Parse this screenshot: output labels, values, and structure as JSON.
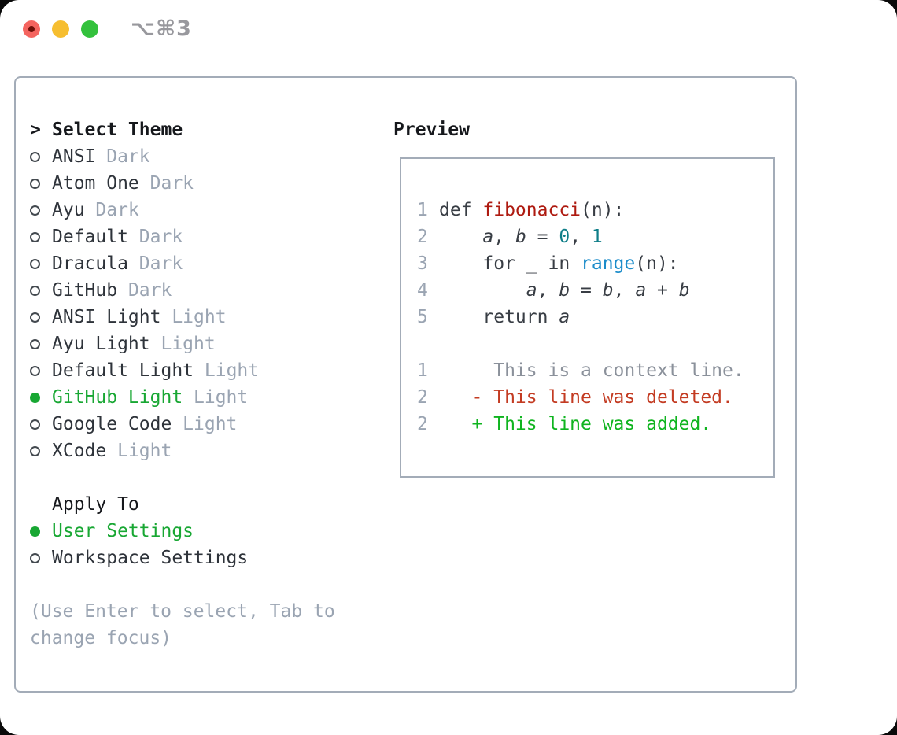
{
  "window": {
    "title": "⌥⌘3",
    "traffic_lights": {
      "close": "close",
      "minimize": "minimize",
      "zoom": "zoom"
    }
  },
  "theme_panel": {
    "header": {
      "prefix": ">",
      "label": "Select Theme"
    },
    "themes": [
      {
        "name": "ANSI",
        "variant": "Dark",
        "selected": false
      },
      {
        "name": "Atom One",
        "variant": "Dark",
        "selected": false
      },
      {
        "name": "Ayu",
        "variant": "Dark",
        "selected": false
      },
      {
        "name": "Default",
        "variant": "Dark",
        "selected": false
      },
      {
        "name": "Dracula",
        "variant": "Dark",
        "selected": false
      },
      {
        "name": "GitHub",
        "variant": "Dark",
        "selected": false
      },
      {
        "name": "ANSI Light",
        "variant": "Light",
        "selected": false
      },
      {
        "name": "Ayu Light",
        "variant": "Light",
        "selected": false
      },
      {
        "name": "Default Light",
        "variant": "Light",
        "selected": false
      },
      {
        "name": "GitHub Light",
        "variant": "Light",
        "selected": true
      },
      {
        "name": "Google Code",
        "variant": "Light",
        "selected": false
      },
      {
        "name": "XCode",
        "variant": "Light",
        "selected": false
      }
    ],
    "apply_to": {
      "label": "Apply To",
      "options": [
        {
          "label": "User Settings",
          "selected": true
        },
        {
          "label": "Workspace Settings",
          "selected": false
        }
      ]
    },
    "help_lines": [
      "(Use Enter to select, Tab to",
      "change focus)"
    ]
  },
  "preview": {
    "title": "Preview",
    "code_lines": [
      {
        "number": "1",
        "segments": [
          {
            "text": "def ",
            "style": "plain"
          },
          {
            "text": "fibonacci",
            "style": "function"
          },
          {
            "text": "(n):",
            "style": "plain"
          }
        ]
      },
      {
        "number": "2",
        "segments": [
          {
            "text": "    ",
            "style": "plain"
          },
          {
            "text": "a",
            "style": "variable"
          },
          {
            "text": ", ",
            "style": "plain"
          },
          {
            "text": "b",
            "style": "variable"
          },
          {
            "text": " = ",
            "style": "plain"
          },
          {
            "text": "0",
            "style": "number"
          },
          {
            "text": ", ",
            "style": "plain"
          },
          {
            "text": "1",
            "style": "number"
          }
        ]
      },
      {
        "number": "3",
        "segments": [
          {
            "text": "    for _ in ",
            "style": "plain"
          },
          {
            "text": "range",
            "style": "builtin"
          },
          {
            "text": "(n):",
            "style": "plain"
          }
        ]
      },
      {
        "number": "4",
        "segments": [
          {
            "text": "        ",
            "style": "plain"
          },
          {
            "text": "a",
            "style": "variable"
          },
          {
            "text": ", ",
            "style": "plain"
          },
          {
            "text": "b",
            "style": "variable"
          },
          {
            "text": " = ",
            "style": "plain"
          },
          {
            "text": "b",
            "style": "variable"
          },
          {
            "text": ", ",
            "style": "plain"
          },
          {
            "text": "a",
            "style": "variable"
          },
          {
            "text": " + ",
            "style": "plain"
          },
          {
            "text": "b",
            "style": "variable"
          }
        ]
      },
      {
        "number": "5",
        "segments": [
          {
            "text": "    return ",
            "style": "plain"
          },
          {
            "text": "a",
            "style": "variable"
          }
        ]
      }
    ],
    "diff_lines": [
      {
        "number": "1",
        "text": "     This is a context line.",
        "style": "context"
      },
      {
        "number": "2",
        "text": "   - This line was deleted.",
        "style": "deleted"
      },
      {
        "number": "2",
        "text": "   + This line was added.",
        "style": "added"
      }
    ]
  },
  "colors": {
    "selected_green": "#18a733",
    "diff_added": "#0fb41f",
    "diff_deleted": "#c33b22",
    "code_function_red": "#ae1a10",
    "code_number_teal": "#0f7e88",
    "code_builtin_blue": "#1b8cca",
    "muted_gray": "#9aa4b2",
    "panel_border": "#a3acb8"
  }
}
